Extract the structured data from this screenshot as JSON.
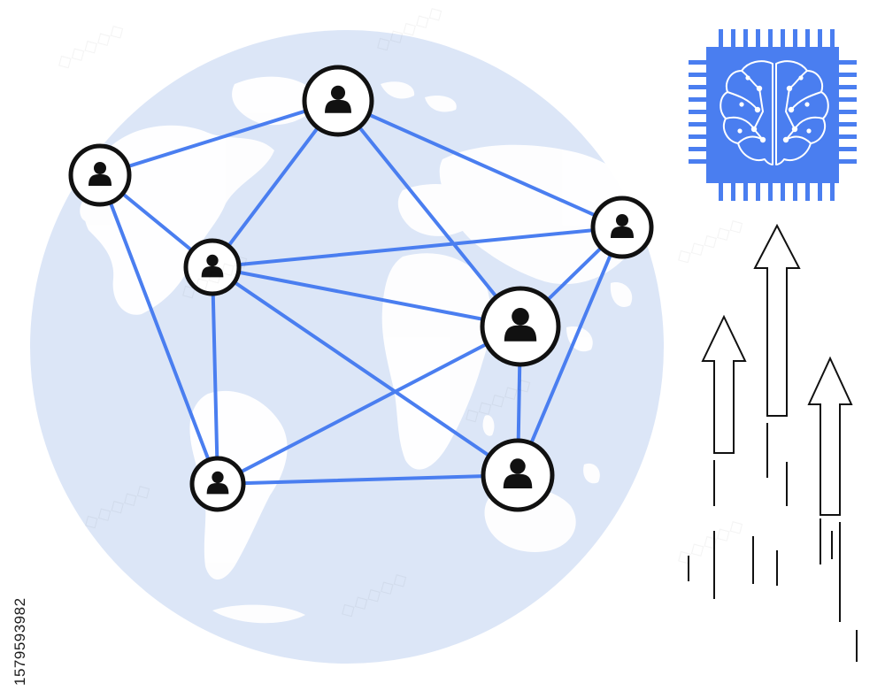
{
  "image": {
    "kind": "stock-illustration",
    "stock_id": "1579593982",
    "colors": {
      "globe": "#dce6f7",
      "continents": "#ffffff",
      "network_line": "#4a7ef0",
      "node_stroke": "#111111",
      "person": "#111111",
      "chip": "#4a7ef0",
      "chip_brain": "#ffffff",
      "arrows": "#111111"
    },
    "icons": {
      "globe": "globe-illustration",
      "person": "person-icon",
      "chip": "ai-brain-chip-icon",
      "arrow": "up-arrow-icon"
    }
  }
}
